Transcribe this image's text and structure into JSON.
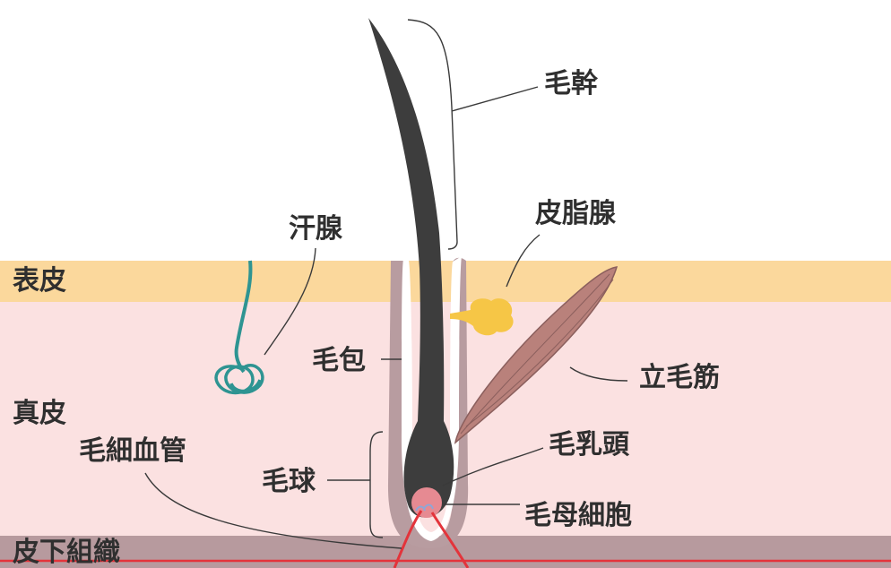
{
  "layers": {
    "epidermis": "表皮",
    "dermis": "真皮",
    "subcutaneous": "皮下組織"
  },
  "labels": {
    "hair_shaft": "毛幹",
    "sebaceous_gland": "皮脂腺",
    "sweat_gland": "汗腺",
    "hair_follicle": "毛包",
    "arrector_pili": "立毛筋",
    "capillary": "毛細血管",
    "hair_bulb": "毛球",
    "dermal_papilla": "毛乳頭",
    "hair_matrix_cells": "毛母細胞"
  },
  "colors": {
    "epidermis": "#fbd89c",
    "dermis": "#fbe1e1",
    "subcutaneous": "#b79a9e",
    "follicle": "#b89ca0",
    "hair": "#3d3d3d",
    "sebaceous": "#f6c646",
    "muscle": "#b9817b",
    "sweat": "#2e9492",
    "papilla": "#e68a92",
    "capillary": "#e3343b"
  }
}
